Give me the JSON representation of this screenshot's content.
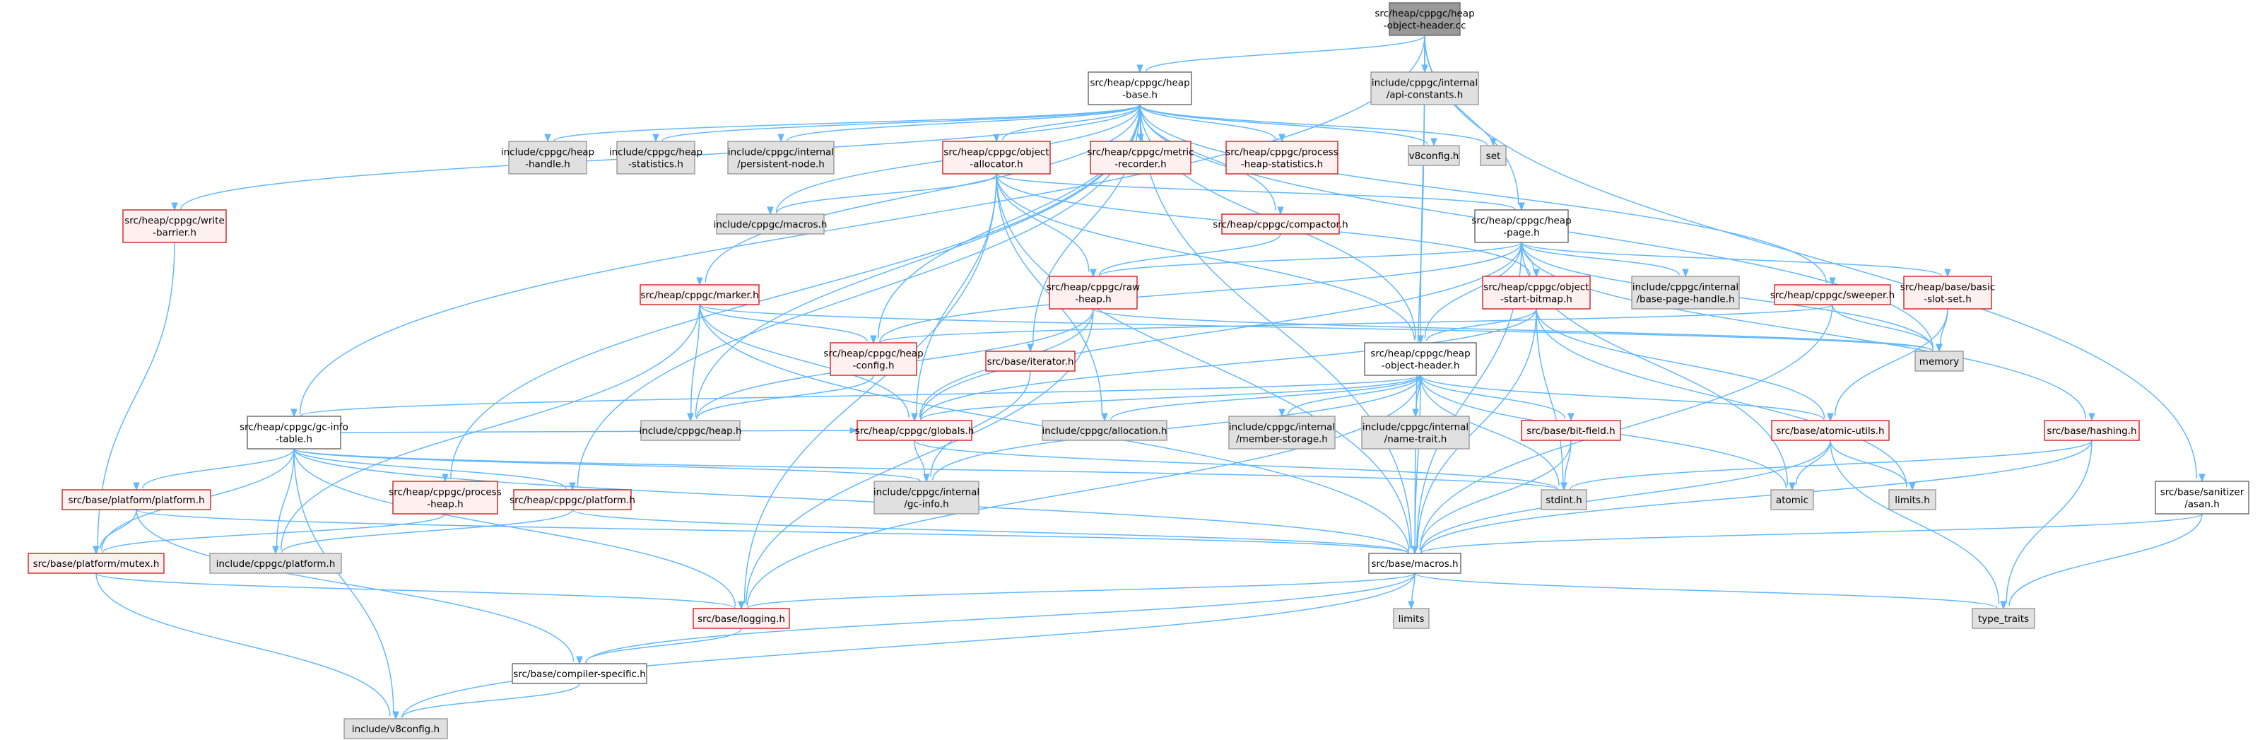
{
  "graph_type": "include dependency graph",
  "colors": {
    "edge": "#63b8ff",
    "root_fill": "#999999",
    "normal_border": "#666666",
    "missing_border": "#cc2222",
    "missing_fill": "#fff0f0",
    "external_fill": "#e0e0e0"
  },
  "nodes": [
    {
      "id": "root",
      "kind": "root",
      "lines": [
        "src/heap/cppgc/heap",
        "-object-header.cc"
      ]
    },
    {
      "id": "heapbase",
      "kind": "normal",
      "lines": [
        "src/heap/cppgc/heap",
        "-base.h"
      ]
    },
    {
      "id": "apiconst",
      "kind": "external",
      "lines": [
        "include/cppgc/internal",
        "/api-constants.h"
      ]
    },
    {
      "id": "heaphandle",
      "kind": "external",
      "lines": [
        "include/cppgc/heap",
        "-handle.h"
      ]
    },
    {
      "id": "heapstats",
      "kind": "external",
      "lines": [
        "include/cppgc/heap",
        "-statistics.h"
      ]
    },
    {
      "id": "persnode",
      "kind": "external",
      "lines": [
        "include/cppgc/internal",
        "/persistent-node.h"
      ]
    },
    {
      "id": "objalloc",
      "kind": "missing",
      "lines": [
        "src/heap/cppgc/object",
        "-allocator.h"
      ]
    },
    {
      "id": "metric",
      "kind": "missing",
      "lines": [
        "src/heap/cppgc/metric",
        "-recorder.h"
      ]
    },
    {
      "id": "processstats",
      "kind": "missing",
      "lines": [
        "src/heap/cppgc/process",
        "-heap-statistics.h"
      ]
    },
    {
      "id": "v8config",
      "kind": "external",
      "lines": [
        "v8config.h"
      ]
    },
    {
      "id": "set",
      "kind": "external",
      "lines": [
        "set"
      ]
    },
    {
      "id": "writebarrier",
      "kind": "missing",
      "lines": [
        "src/heap/cppgc/write",
        "-barrier.h"
      ]
    },
    {
      "id": "macrosh",
      "kind": "external",
      "lines": [
        "include/cppgc/macros.h"
      ]
    },
    {
      "id": "compactor",
      "kind": "missing",
      "lines": [
        "src/heap/cppgc/compactor.h"
      ]
    },
    {
      "id": "heappage",
      "kind": "normal",
      "lines": [
        "src/heap/cppgc/heap",
        "-page.h"
      ]
    },
    {
      "id": "marker",
      "kind": "missing",
      "lines": [
        "src/heap/cppgc/marker.h"
      ]
    },
    {
      "id": "rawheap",
      "kind": "missing",
      "lines": [
        "src/heap/cppgc/raw",
        "-heap.h"
      ]
    },
    {
      "id": "startbitmap",
      "kind": "missing",
      "lines": [
        "src/heap/cppgc/object",
        "-start-bitmap.h"
      ]
    },
    {
      "id": "basepagehandle",
      "kind": "external",
      "lines": [
        "include/cppgc/internal",
        "/base-page-handle.h"
      ]
    },
    {
      "id": "sweeper",
      "kind": "missing",
      "lines": [
        "src/heap/cppgc/sweeper.h"
      ]
    },
    {
      "id": "slotset",
      "kind": "missing",
      "lines": [
        "src/heap/base/basic",
        "-slot-set.h"
      ]
    },
    {
      "id": "heapconfig",
      "kind": "missing",
      "lines": [
        "src/heap/cppgc/heap",
        "-config.h"
      ]
    },
    {
      "id": "iterator",
      "kind": "missing",
      "lines": [
        "src/base/iterator.h"
      ]
    },
    {
      "id": "objheader",
      "kind": "normal",
      "lines": [
        "src/heap/cppgc/heap",
        "-object-header.h"
      ]
    },
    {
      "id": "memory",
      "kind": "external",
      "lines": [
        "memory"
      ]
    },
    {
      "id": "gcinfotable",
      "kind": "normal",
      "lines": [
        "src/heap/cppgc/gc-info",
        "-table.h"
      ]
    },
    {
      "id": "heaph",
      "kind": "external",
      "lines": [
        "include/cppgc/heap.h"
      ]
    },
    {
      "id": "globals",
      "kind": "missing",
      "lines": [
        "src/heap/cppgc/globals.h"
      ]
    },
    {
      "id": "allocation",
      "kind": "external",
      "lines": [
        "include/cppgc/allocation.h"
      ]
    },
    {
      "id": "memberstorage",
      "kind": "external",
      "lines": [
        "include/cppgc/internal",
        "/member-storage.h"
      ]
    },
    {
      "id": "nametrait",
      "kind": "external",
      "lines": [
        "include/cppgc/internal",
        "/name-trait.h"
      ]
    },
    {
      "id": "bitfield",
      "kind": "missing",
      "lines": [
        "src/base/bit-field.h"
      ]
    },
    {
      "id": "atomicutils",
      "kind": "missing",
      "lines": [
        "src/base/atomic-utils.h"
      ]
    },
    {
      "id": "hashing",
      "kind": "missing",
      "lines": [
        "src/base/hashing.h"
      ]
    },
    {
      "id": "platformplatform",
      "kind": "missing",
      "lines": [
        "src/base/platform/platform.h"
      ]
    },
    {
      "id": "processheap",
      "kind": "missing",
      "lines": [
        "src/heap/cppgc/process",
        "-heap.h"
      ]
    },
    {
      "id": "cppgcplatform",
      "kind": "missing",
      "lines": [
        "src/heap/cppgc/platform.h"
      ]
    },
    {
      "id": "gcinfo",
      "kind": "external",
      "lines": [
        "include/cppgc/internal",
        "/gc-info.h"
      ]
    },
    {
      "id": "stdint",
      "kind": "external",
      "lines": [
        "stdint.h"
      ]
    },
    {
      "id": "atomic",
      "kind": "external",
      "lines": [
        "atomic"
      ]
    },
    {
      "id": "limitsh",
      "kind": "external",
      "lines": [
        "limits.h"
      ]
    },
    {
      "id": "asan",
      "kind": "normal",
      "lines": [
        "src/base/sanitizer",
        "/asan.h"
      ]
    },
    {
      "id": "mutex",
      "kind": "missing",
      "lines": [
        "src/base/platform/mutex.h"
      ]
    },
    {
      "id": "incplatform",
      "kind": "external",
      "lines": [
        "include/cppgc/platform.h"
      ]
    },
    {
      "id": "basemacros",
      "kind": "normal",
      "lines": [
        "src/base/macros.h"
      ]
    },
    {
      "id": "logging",
      "kind": "missing",
      "lines": [
        "src/base/logging.h"
      ]
    },
    {
      "id": "limits",
      "kind": "external",
      "lines": [
        "limits"
      ]
    },
    {
      "id": "typetraits",
      "kind": "external",
      "lines": [
        "type_traits"
      ]
    },
    {
      "id": "compilerspecific",
      "kind": "normal",
      "lines": [
        "src/base/compiler-specific.h"
      ]
    },
    {
      "id": "incv8config",
      "kind": "external",
      "lines": [
        "include/v8config.h"
      ]
    }
  ],
  "edges": [
    [
      "root",
      "heapbase"
    ],
    [
      "root",
      "apiconst"
    ],
    [
      "root",
      "heappage"
    ],
    [
      "root",
      "objheader"
    ],
    [
      "root",
      "gcinfotable"
    ],
    [
      "root",
      "basemacros"
    ],
    [
      "root",
      "asan"
    ],
    [
      "heapbase",
      "heaphandle"
    ],
    [
      "heapbase",
      "heapstats"
    ],
    [
      "heapbase",
      "persnode"
    ],
    [
      "heapbase",
      "objalloc"
    ],
    [
      "heapbase",
      "metric"
    ],
    [
      "heapbase",
      "processstats"
    ],
    [
      "heapbase",
      "v8config"
    ],
    [
      "heapbase",
      "set"
    ],
    [
      "heapbase",
      "writebarrier"
    ],
    [
      "heapbase",
      "compactor"
    ],
    [
      "heapbase",
      "marker"
    ],
    [
      "heapbase",
      "sweeper"
    ],
    [
      "heapbase",
      "iterator"
    ],
    [
      "heapbase",
      "objheader"
    ],
    [
      "heapbase",
      "heaph"
    ],
    [
      "heapbase",
      "memory"
    ],
    [
      "heapbase",
      "processheap"
    ],
    [
      "heapbase",
      "cppgcplatform"
    ],
    [
      "heapbase",
      "basemacros"
    ],
    [
      "heapbase",
      "macrosh"
    ],
    [
      "heapbase",
      "heapconfig"
    ],
    [
      "objalloc",
      "macrosh"
    ],
    [
      "objalloc",
      "heappage"
    ],
    [
      "objalloc",
      "rawheap"
    ],
    [
      "objalloc",
      "startbitmap"
    ],
    [
      "objalloc",
      "objheader"
    ],
    [
      "objalloc",
      "globals"
    ],
    [
      "objalloc",
      "allocation"
    ],
    [
      "objalloc",
      "logging"
    ],
    [
      "objalloc",
      "basemacros"
    ],
    [
      "writebarrier",
      "mutex"
    ],
    [
      "compactor",
      "rawheap"
    ],
    [
      "heappage",
      "rawheap"
    ],
    [
      "heappage",
      "startbitmap"
    ],
    [
      "heappage",
      "basepagehandle"
    ],
    [
      "heappage",
      "slotset"
    ],
    [
      "heappage",
      "objheader"
    ],
    [
      "heappage",
      "heapconfig"
    ],
    [
      "heappage",
      "globals"
    ],
    [
      "heappage",
      "atomic"
    ],
    [
      "heappage",
      "hashing"
    ],
    [
      "heappage",
      "basemacros"
    ],
    [
      "heappage",
      "memory"
    ],
    [
      "marker",
      "heapconfig"
    ],
    [
      "marker",
      "heaph"
    ],
    [
      "marker",
      "globals"
    ],
    [
      "marker",
      "memory"
    ],
    [
      "marker",
      "incplatform"
    ],
    [
      "marker",
      "basemacros"
    ],
    [
      "rawheap",
      "heaph"
    ],
    [
      "rawheap",
      "memory"
    ],
    [
      "rawheap",
      "logging"
    ],
    [
      "rawheap",
      "globals"
    ],
    [
      "startbitmap",
      "objheader"
    ],
    [
      "startbitmap",
      "globals"
    ],
    [
      "startbitmap",
      "atomicutils"
    ],
    [
      "startbitmap",
      "stdint"
    ],
    [
      "startbitmap",
      "limitsh"
    ],
    [
      "startbitmap",
      "basemacros"
    ],
    [
      "sweeper",
      "memory"
    ],
    [
      "sweeper",
      "heapconfig"
    ],
    [
      "sweeper",
      "basemacros"
    ],
    [
      "slotset",
      "memory"
    ],
    [
      "slotset",
      "atomicutils"
    ],
    [
      "heapconfig",
      "heaph"
    ],
    [
      "iterator",
      "gcinfo"
    ],
    [
      "objheader",
      "gcinfotable"
    ],
    [
      "objheader",
      "globals"
    ],
    [
      "objheader",
      "allocation"
    ],
    [
      "objheader",
      "memberstorage"
    ],
    [
      "objheader",
      "nametrait"
    ],
    [
      "objheader",
      "bitfield"
    ],
    [
      "objheader",
      "atomicutils"
    ],
    [
      "objheader",
      "gcinfo"
    ],
    [
      "objheader",
      "stdint"
    ],
    [
      "objheader",
      "atomic"
    ],
    [
      "objheader",
      "logging"
    ],
    [
      "objheader",
      "basemacros"
    ],
    [
      "gcinfotable",
      "platformplatform"
    ],
    [
      "gcinfotable",
      "mutex"
    ],
    [
      "gcinfotable",
      "incplatform"
    ],
    [
      "gcinfotable",
      "gcinfo"
    ],
    [
      "gcinfotable",
      "globals"
    ],
    [
      "gcinfotable",
      "cppgcplatform"
    ],
    [
      "gcinfotable",
      "stdint"
    ],
    [
      "gcinfotable",
      "logging"
    ],
    [
      "gcinfotable",
      "basemacros"
    ],
    [
      "gcinfotable",
      "incv8config"
    ],
    [
      "globals",
      "gcinfo"
    ],
    [
      "globals",
      "stdint"
    ],
    [
      "bitfield",
      "stdint"
    ],
    [
      "bitfield",
      "basemacros"
    ],
    [
      "atomicutils",
      "atomic"
    ],
    [
      "atomicutils",
      "limitsh"
    ],
    [
      "atomicutils",
      "typetraits"
    ],
    [
      "atomicutils",
      "basemacros"
    ],
    [
      "hashing",
      "stdint"
    ],
    [
      "hashing",
      "typetraits"
    ],
    [
      "hashing",
      "basemacros"
    ],
    [
      "platformplatform",
      "mutex"
    ],
    [
      "platformplatform",
      "compilerspecific"
    ],
    [
      "platformplatform",
      "basemacros"
    ],
    [
      "processheap",
      "mutex"
    ],
    [
      "cppgcplatform",
      "incplatform"
    ],
    [
      "cppgcplatform",
      "basemacros"
    ],
    [
      "asan",
      "typetraits"
    ],
    [
      "asan",
      "basemacros"
    ],
    [
      "mutex",
      "logging"
    ],
    [
      "mutex",
      "incv8config"
    ],
    [
      "basemacros",
      "limits"
    ],
    [
      "basemacros",
      "typetraits"
    ],
    [
      "basemacros",
      "logging"
    ],
    [
      "basemacros",
      "compilerspecific"
    ],
    [
      "basemacros",
      "incv8config"
    ],
    [
      "logging",
      "compilerspecific"
    ],
    [
      "compilerspecific",
      "incv8config"
    ]
  ]
}
